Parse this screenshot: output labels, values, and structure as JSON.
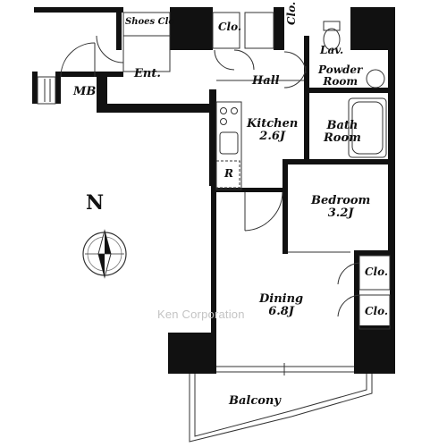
{
  "rooms": {
    "shoes_closet": "Shoes Clo",
    "closet_hall_left": "Clo.",
    "closet_hall_right": "Clo.",
    "lavatory": "Lav.",
    "powder_room": [
      "Powder",
      "Room"
    ],
    "entrance": "Ent.",
    "hall": "Hall",
    "meter_box": "MB",
    "kitchen": [
      "Kitchen",
      "2.6J"
    ],
    "bath_room": [
      "Bath",
      "Room"
    ],
    "refrigerator": "R",
    "bedroom": [
      "Bedroom",
      "3.2J"
    ],
    "closet_bedroom": "Clo.",
    "closet_dining": "Clo.",
    "dining": [
      "Dining",
      "6.8J"
    ],
    "balcony": "Balcony"
  },
  "compass": {
    "north_label": "N"
  },
  "watermark": "Ken Corporation",
  "colors": {
    "wall": "#111111",
    "line": "#333333",
    "watermark": "#c4c4c4"
  }
}
